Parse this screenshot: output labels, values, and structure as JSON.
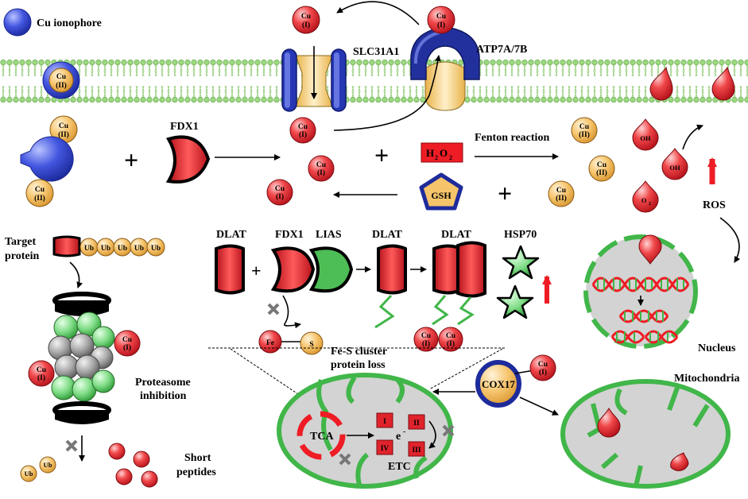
{
  "legend": {
    "ionophore_label": "Cu ionophore"
  },
  "ions": {
    "cu": "Cu",
    "cu_i": "(I)",
    "cu_ii": "(II)",
    "ub": "Ub",
    "oh": "OH",
    "o2": "O",
    "o2_sub": "2"
  },
  "membrane": {
    "importer": "SLC31A1",
    "exporter": "ATP7A/7B"
  },
  "reactions": {
    "fdx1": "FDX1",
    "fenton": "Fenton reaction",
    "h2o2_h": "H",
    "h2o2_2a": "2",
    "h2o2_o": "O",
    "h2o2_2b": "2",
    "gsh": "GSH",
    "ros": "ROS"
  },
  "lipoylation": {
    "dlat": "DLAT",
    "fdx1": "FDX1",
    "lias": "LIAS",
    "hsp70": "HSP70",
    "fe": "Fe",
    "s": "S",
    "fes_line1": "Fe-S cluster",
    "fes_line2": "protein loss"
  },
  "proteasome": {
    "target_line1": "Target",
    "target_line2": "protein",
    "inhibition_line1": "Proteasome",
    "inhibition_line2": "inhibition",
    "peptides_line1": "Short",
    "peptides_line2": "peptides"
  },
  "nucleus": {
    "label": "Nucleus"
  },
  "mitochondria": {
    "label": "Mitochondria",
    "cox17": "COX17",
    "tca": "TCA",
    "electron": "e",
    "electron_sup": "-",
    "etc": "ETC",
    "complexes": [
      "I",
      "II",
      "IV",
      "III"
    ]
  },
  "colors": {
    "cu_i": "#e8313a",
    "cu_ii": "#f6c06a",
    "ionophore": "#3b4fd9",
    "green": "#41b649",
    "membrane": "#96d47c"
  }
}
